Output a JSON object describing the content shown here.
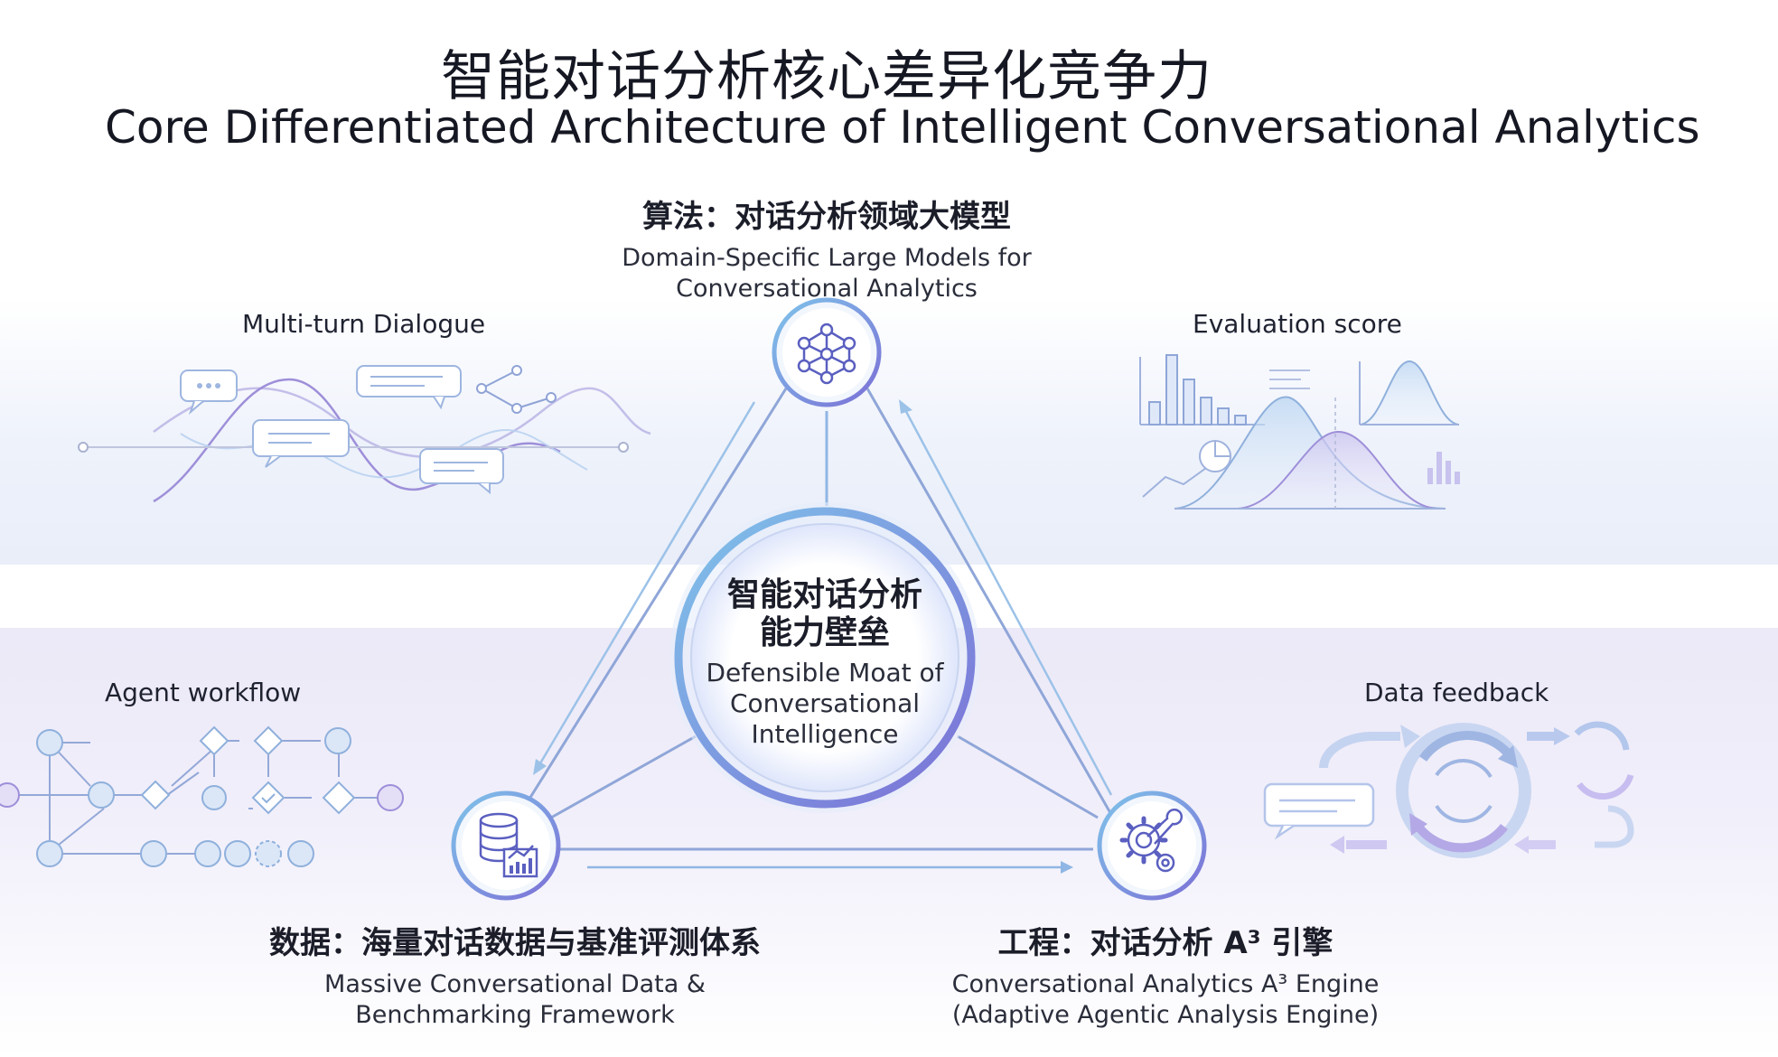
{
  "header": {
    "title_zh": "智能对话分析核心差异化竞争力",
    "title_en": "Core Differentiated Architecture of Intelligent Conversational Analytics"
  },
  "center": {
    "title_zh_line1": "智能对话分析",
    "title_zh_line2": "能力壁垒",
    "title_en_line1": "Defensible Moat of",
    "title_en_line2": "Conversational",
    "title_en_line3": "Intelligence"
  },
  "nodes": {
    "top": {
      "title": "算法：对话分析领域大模型",
      "sub_line1": "Domain-Specific Large Models for",
      "sub_line2": "Conversational Analytics",
      "icon": "neural-network-icon"
    },
    "left": {
      "title": "数据：海量对话数据与基准评测体系",
      "sub_line1": "Massive Conversational Data &",
      "sub_line2": "Benchmarking Framework",
      "icon": "database-chart-icon"
    },
    "right": {
      "title": "工程：对话分析 A³ 引擎",
      "sub_line1": "Conversational Analytics A³ Engine",
      "sub_line2": "(Adaptive Agentic Analysis Engine)",
      "icon": "gear-wrench-icon"
    }
  },
  "corners": {
    "top_left": "Multi-turn Dialogue",
    "top_right": "Evaluation score",
    "bottom_left": "Agent workflow",
    "bottom_right": "Data feedback"
  },
  "colors": {
    "accent_blue": "#6fa8dc",
    "accent_purple": "#8a7fd6",
    "line": "#8fa6d8"
  }
}
